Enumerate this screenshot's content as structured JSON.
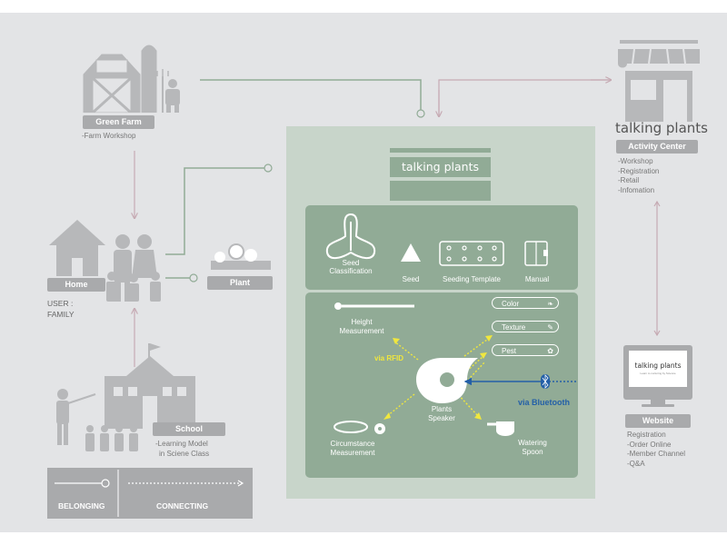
{
  "green_farm": {
    "label": "Green Farm",
    "desc": "-Farm Workshop"
  },
  "home": {
    "label": "Home",
    "user": "USER :",
    "family": "FAMILY"
  },
  "plant": {
    "label": "Plant"
  },
  "school": {
    "label": "School",
    "desc": [
      "-Learning Model",
      "in Sciene Class"
    ]
  },
  "legend": {
    "belonging": "BELONGING",
    "connecting": "CONNECTING"
  },
  "center": {
    "brand": "talking plants",
    "kit": {
      "seed_classification": [
        "Seed",
        "Classification"
      ],
      "seed": "Seed",
      "seeding_template": "Seeding Template",
      "manual": "Manual"
    },
    "speaker": [
      "Plants",
      "Speaker"
    ],
    "height": [
      "Height",
      "Measurement"
    ],
    "circumstance": [
      "Circumstance",
      "Measurement"
    ],
    "watering": [
      "Watering",
      "Spoon"
    ],
    "pills": [
      "Color",
      "Texture",
      "Pest"
    ],
    "via_rfid": "via RFID",
    "via_bt": "via Bluetooth"
  },
  "activity": {
    "brand": "talking plants",
    "label": "Activity Center",
    "items": [
      "-Workshop",
      "-Registration",
      "-Retail",
      "-Infomation"
    ]
  },
  "website": {
    "screen_title": "talking plants",
    "screen_sub": "Learn to nurturing by Science",
    "label": "Website",
    "items": [
      "Registration",
      "-Order Online",
      "-Member Channel",
      "-Q&A"
    ]
  },
  "colors": {
    "bg": "#e3e4e6",
    "grey": "#a9aaac",
    "green_panel": "#c8d5ca",
    "green": "#91ab96",
    "mauve": "#c6aab3",
    "yellow": "#f0e73e",
    "blue": "#2460a7"
  }
}
